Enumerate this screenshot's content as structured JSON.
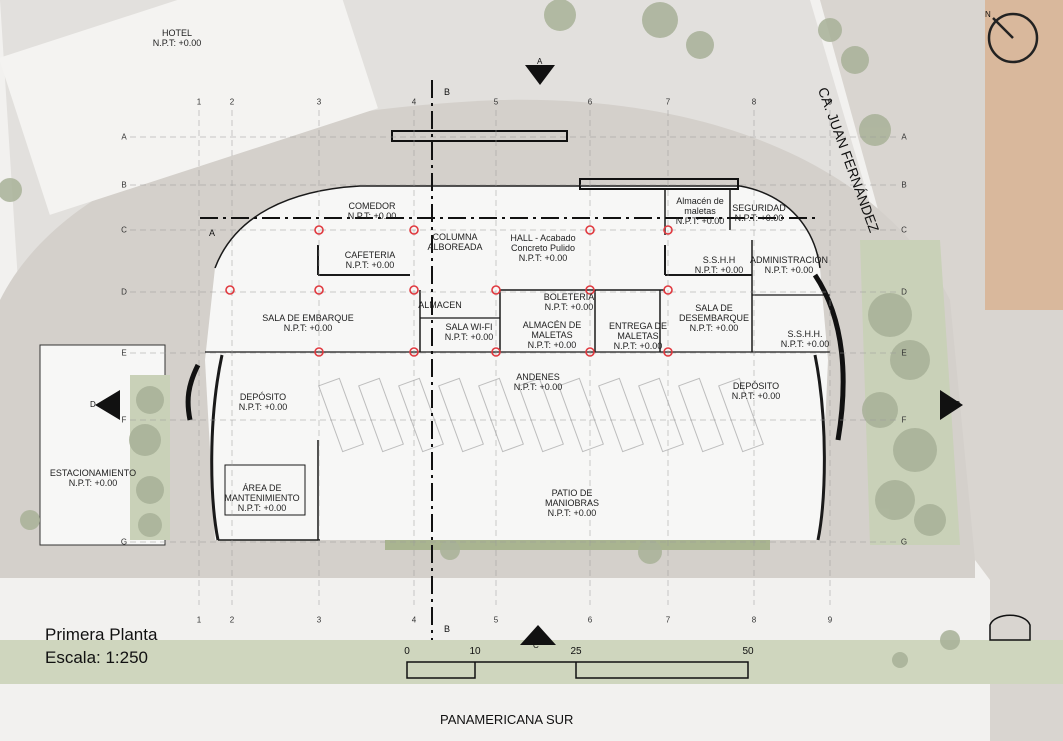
{
  "drawing": {
    "title": "Primera Planta",
    "scale": "Escala: 1:250",
    "street_bottom": "PANAMERICANA SUR",
    "street_right": "CA. JUAN FERNÁNDEZ",
    "north": "N"
  },
  "rooms": [
    {
      "key": "hotel",
      "name": "HOTEL",
      "level": "N.P.T: +0.00"
    },
    {
      "key": "comedor",
      "name": "COMEDOR",
      "level": "N.P.T: +0.00"
    },
    {
      "key": "columna",
      "name": "COLUMNA",
      "name2": "ALBOREADA",
      "level": ""
    },
    {
      "key": "hall",
      "name": "HALL - Acabado",
      "name2": "Concreto Pulido",
      "level": "N.P.T: +0.00"
    },
    {
      "key": "almacen_top",
      "name": "Almacén de",
      "name2": "maletas",
      "level": "N.P.T: +0.00"
    },
    {
      "key": "seguridad",
      "name": "SEGURIDAD",
      "level": "N.P.T: +0.00"
    },
    {
      "key": "cafeteria",
      "name": "CAFETERIA",
      "level": "N.P.T: +0.00"
    },
    {
      "key": "sshh1",
      "name": "S.S.H.H",
      "level": "N.P.T: +0.00"
    },
    {
      "key": "admin",
      "name": "ADMINISTRACIÓN",
      "level": "N.P.T: +0.00"
    },
    {
      "key": "boleteria",
      "name": "BOLETERIA",
      "level": "N.P.T: +0.00"
    },
    {
      "key": "almacen_small",
      "name": "ALMACEN",
      "level": ""
    },
    {
      "key": "sala_embarque",
      "name": "SALA DE EMBARQUE",
      "level": "N.P.T: +0.00"
    },
    {
      "key": "sala_wifi",
      "name": "SALA WI-FI",
      "level": "N.P.T: +0.00"
    },
    {
      "key": "almacen_maletas",
      "name": "ALMACÉN DE",
      "name2": "MALETAS",
      "level": "N.P.T: +0.00"
    },
    {
      "key": "entrega",
      "name": "ENTREGA DE",
      "name2": "MALETAS",
      "level": "N.P.T: +0.00"
    },
    {
      "key": "sala_desembarque",
      "name": "SALA DE",
      "name2": "DESEMBARQUE",
      "level": "N.P.T: +0.00"
    },
    {
      "key": "sshh2",
      "name": "S.S.H.H.",
      "level": "N.P.T: +0.00"
    },
    {
      "key": "andenes",
      "name": "ANDENES",
      "level": "N.P.T: +0.00"
    },
    {
      "key": "deposito_left",
      "name": "DEPÓSITO",
      "level": "N.P.T: +0.00"
    },
    {
      "key": "deposito_right",
      "name": "DEPÓSITO",
      "level": "N.P.T: +0.00"
    },
    {
      "key": "estacionamiento",
      "name": "ESTACIONAMIENTO",
      "level": "N.P.T: +0.00"
    },
    {
      "key": "mantenimiento",
      "name": "ÁREA DE",
      "name2": "MANTENIMIENTO",
      "level": "N.P.T: +0.00"
    },
    {
      "key": "patio",
      "name": "PATIO DE",
      "name2": "MANIOBRAS",
      "level": "N.P.T: +0.00"
    }
  ],
  "grid_columns": [
    "1",
    "2",
    "3",
    "4",
    "5",
    "6",
    "7",
    "8",
    "9"
  ],
  "grid_rows": [
    "A",
    "B",
    "C",
    "D",
    "E",
    "F",
    "G"
  ],
  "section_marks": {
    "a": "A",
    "b": "B",
    "c": "C",
    "d": "D"
  },
  "scale_bar": [
    "0",
    "10",
    "25",
    "50"
  ],
  "colors": {
    "ground": "#d8d4cf",
    "site": "#f1f1ef",
    "building": "#ffffff",
    "grass": "#c9d0b6",
    "trees": "#aeb7a1",
    "column": "#e0393f",
    "wall": "#1a1a1a",
    "road": "#cfc9c3",
    "tower": "#d9b79a"
  }
}
